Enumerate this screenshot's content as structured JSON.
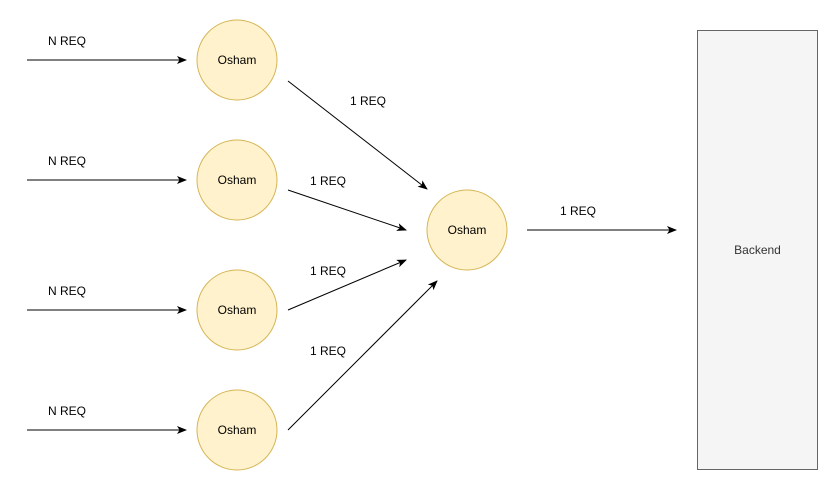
{
  "diagram": {
    "incoming_label": "N REQ",
    "edge_label": "1 REQ",
    "proxy_nodes": [
      {
        "label": "Osham"
      },
      {
        "label": "Osham"
      },
      {
        "label": "Osham"
      },
      {
        "label": "Osham"
      }
    ],
    "aggregator_node": {
      "label": "Osham"
    },
    "backend": {
      "label": "Backend"
    },
    "colors": {
      "node_fill": "#fff2cc",
      "node_stroke": "#d6b656",
      "backend_fill": "#f5f5f5",
      "backend_stroke": "#666666",
      "edge": "#000000"
    }
  }
}
